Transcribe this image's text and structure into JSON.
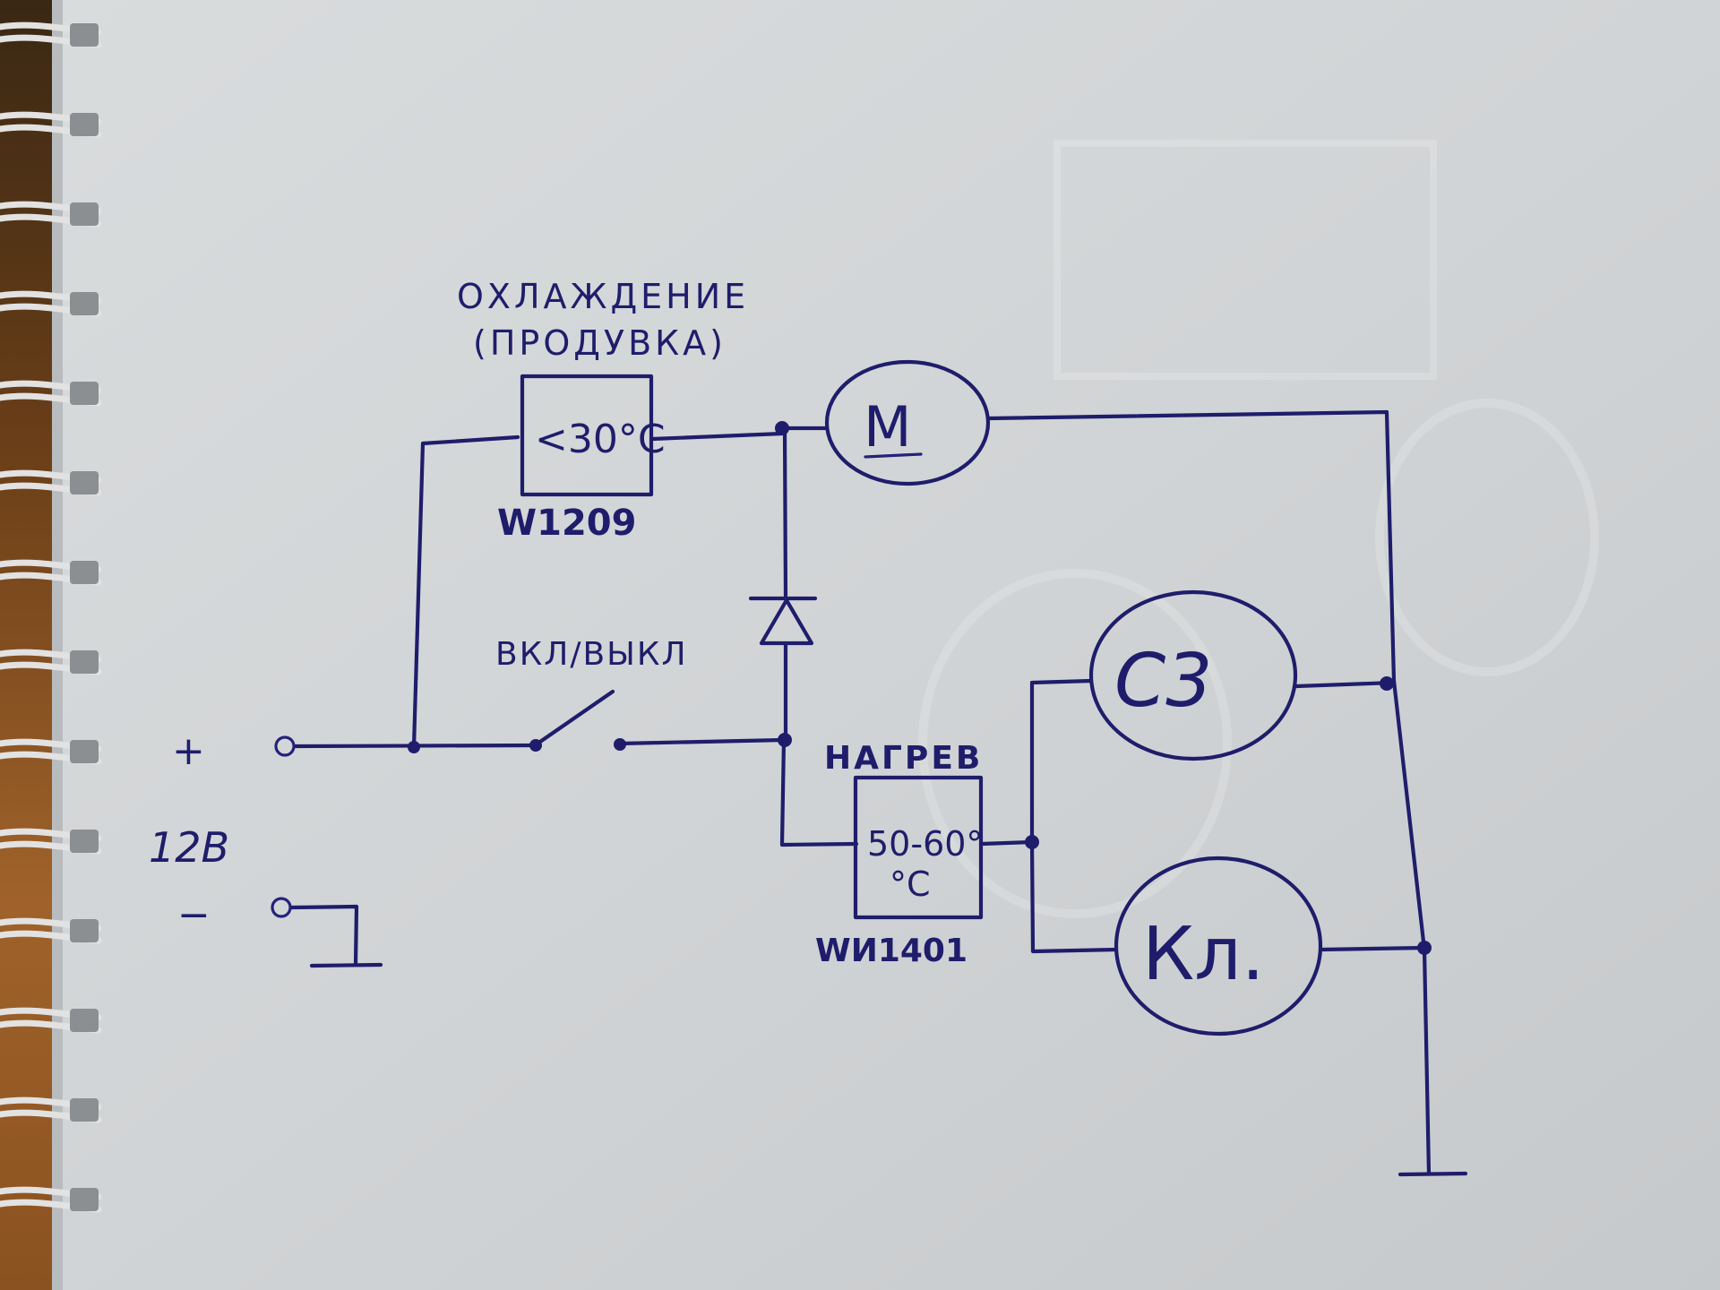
{
  "diagram": {
    "kind": "hand-drawn electrical schematic",
    "colors": {
      "ink": "#1f1d6b",
      "paper": "#d3d6d8",
      "binding_wire": "#d8d8d8",
      "wood": "#8a5220"
    },
    "power": {
      "plus_label": "+",
      "minus_label": "−",
      "voltage_label": "12В"
    },
    "cooling": {
      "title_line1": "ОХЛАЖДЕНИЕ",
      "title_line2": "(ПРОДУВКА)",
      "controller_setpoint": "<30°C",
      "controller_model": "W1209"
    },
    "switch": {
      "label": "ВКЛ/ВЫКЛ"
    },
    "heating": {
      "title": "НАГРЕВ",
      "controller_setpoint_line1": "50-60°",
      "controller_setpoint_line2": "°C",
      "controller_model": "WИ1401"
    },
    "loads": {
      "motor_label": "M",
      "c3_label": "C3",
      "kl_label": "Кл."
    },
    "components": [
      {
        "id": "power-terminals",
        "type": "terminal pair",
        "label": "12В"
      },
      {
        "id": "w1209",
        "type": "thermostat",
        "setpoint": "<30°C"
      },
      {
        "id": "motor",
        "type": "motor",
        "label": "M"
      },
      {
        "id": "diode",
        "type": "diode"
      },
      {
        "id": "switch",
        "type": "switch",
        "label": "ВКЛ/ВЫКЛ"
      },
      {
        "id": "heater-thermostat",
        "type": "thermostat",
        "setpoint": "50-60°C"
      },
      {
        "id": "c3",
        "type": "load",
        "label": "C3"
      },
      {
        "id": "kl",
        "type": "load",
        "label": "Кл."
      },
      {
        "id": "ground",
        "type": "ground"
      }
    ]
  }
}
